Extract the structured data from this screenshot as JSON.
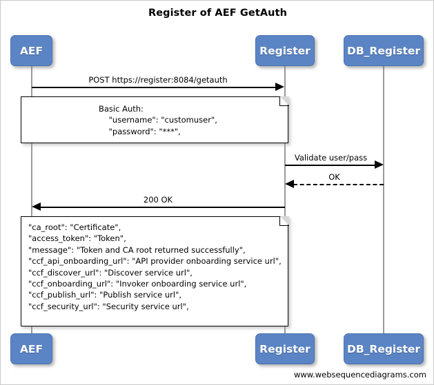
{
  "title": "Register of AEF GetAuth",
  "footer": "www.websequencediagrams.com",
  "colors": {
    "participant_fill": "#5b84c4",
    "participant_text": "#ffffff",
    "line": "#000000",
    "lifeline": "#9a9a9a",
    "note_fill": "#ffffff",
    "background": "#ffffff"
  },
  "chart_data": {
    "type": "sequence-diagram",
    "title": "Register of AEF GetAuth",
    "participants": [
      "AEF",
      "Register",
      "DB_Register"
    ],
    "messages": [
      {
        "from": "AEF",
        "to": "Register",
        "label": "POST https://register:8084/getauth",
        "style": "solid",
        "direction": "right"
      },
      {
        "from": "Register",
        "to": "DB_Register",
        "label": "Validate user/pass",
        "style": "solid",
        "direction": "right"
      },
      {
        "from": "DB_Register",
        "to": "Register",
        "label": "OK",
        "style": "dashed",
        "direction": "left"
      },
      {
        "from": "Register",
        "to": "AEF",
        "label": "200 OK",
        "style": "solid",
        "direction": "left"
      }
    ],
    "notes": [
      {
        "over": [
          "AEF",
          "Register"
        ],
        "lines": [
          "Basic Auth:",
          "    \"username\": \"customuser\",",
          "    \"password\": \"***\","
        ]
      },
      {
        "over": [
          "AEF",
          "Register"
        ],
        "lines": [
          "\"ca_root\": \"Certificate\",",
          "\"access_token\": \"Token\",",
          "\"message\": \"Token and CA root returned successfully\",",
          "\"ccf_api_onboarding_url\": \"API provider onboarding service url\",",
          "\"ccf_discover_url\": \"Discover service url\",",
          "\"ccf_onboarding_url\": \"Invoker onboarding service url\",",
          "\"ccf_publish_url\": \"Publish service url\",",
          "\"ccf_security_url\": \"Security service url\","
        ]
      }
    ]
  },
  "participants": {
    "top": [
      {
        "name": "AEF"
      },
      {
        "name": "Register"
      },
      {
        "name": "DB_Register"
      }
    ],
    "bottom": [
      {
        "name": "AEF"
      },
      {
        "name": "Register"
      },
      {
        "name": "DB_Register"
      }
    ]
  },
  "messages": {
    "m1": "POST https://register:8084/getauth",
    "m2": "Validate user/pass",
    "m3": "OK",
    "m4": "200 OK"
  },
  "notes": {
    "note1": "Basic Auth:\n    \"username\": \"customuser\",\n    \"password\": \"***\",",
    "note2": "\"ca_root\": \"Certificate\",\n\"access_token\": \"Token\",\n\"message\": \"Token and CA root returned successfully\",\n\"ccf_api_onboarding_url\": \"API provider onboarding service url\",\n\"ccf_discover_url\": \"Discover service url\",\n\"ccf_onboarding_url\": \"Invoker onboarding service url\",\n\"ccf_publish_url\": \"Publish service url\",\n\"ccf_security_url\": \"Security service url\","
  }
}
